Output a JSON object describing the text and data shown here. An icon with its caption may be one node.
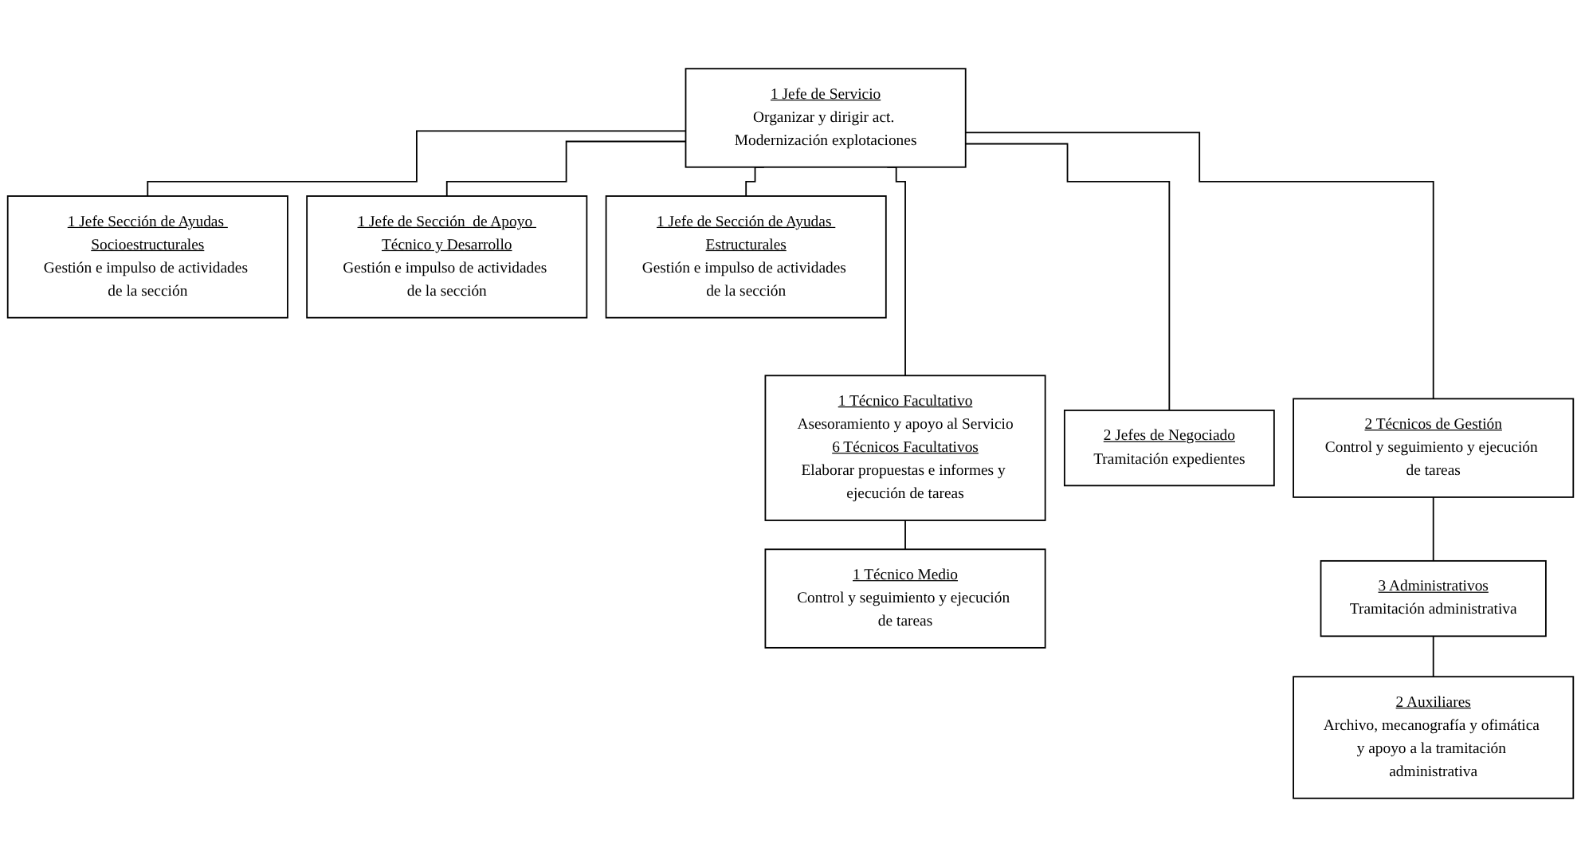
{
  "diagram": {
    "nodes": [
      {
        "text": [
          "1 Jefe de Servicio",
          "Organizar y dirigir act. Modernización explotaciones"
        ]
      },
      {
        "text": [
          "1 Jefe Sección de Ayudas Socioestructurales",
          "Gestión e impulso de actividades de la sección"
        ]
      },
      {
        "text": [
          "1 Jefe de Sección  de Apoyo Técnico y Desarrollo",
          "Gestión e impulso de actividades de la sección"
        ]
      },
      {
        "text": [
          "1 Jefe de Sección de Ayudas Estructurales",
          "Gestión e impulso de actividades de la sección"
        ]
      },
      {
        "text": [
          "1 Técnico Facultativo",
          "Asesoramiento y apoyo al Servicio",
          "6 Técnicos Facultativos",
          "Elaborar propuestas e informes y ejecución de tareas"
        ]
      },
      {
        "text": [
          "2 Jefes de Negociado",
          "Tramitación expedientes"
        ]
      },
      {
        "text": [
          "2 Técnicos de Gestión",
          "Control y seguimiento y ejecución de tareas"
        ]
      },
      {
        "text": [
          "1 Técnico Medio",
          "Control y seguimiento y ejecución de tareas"
        ]
      },
      {
        "text": [
          "3 Administrativos",
          "Tramitación administrativa"
        ]
      },
      {
        "text": [
          "2 Auxiliares",
          "Archivo, mecanografía y ofimática y apoyo a la tramitación administrativa"
        ]
      }
    ],
    "edges": [
      {
        "from": 0,
        "to": 1,
        "arrow": "none"
      },
      {
        "from": 0,
        "to": 2,
        "arrow": "none"
      },
      {
        "from": 0,
        "to": 3,
        "arrow": "none"
      },
      {
        "from": 0,
        "to": 4,
        "arrow": "none"
      },
      {
        "from": 0,
        "to": 5,
        "arrow": "none"
      },
      {
        "from": 0,
        "to": 6,
        "arrow": "none"
      },
      {
        "from": 4,
        "to": 7,
        "arrow": "none"
      },
      {
        "from": 6,
        "to": 8,
        "arrow": "none"
      },
      {
        "from": 8,
        "to": 9,
        "arrow": "none"
      }
    ]
  }
}
